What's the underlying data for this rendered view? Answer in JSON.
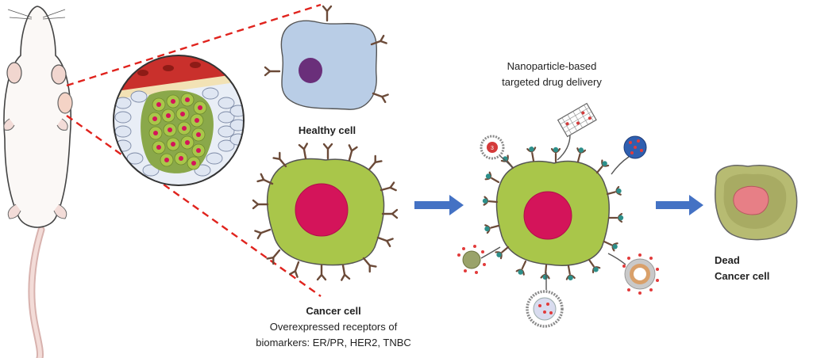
{
  "labels": {
    "healthy_cell": "Healthy cell",
    "cancer_cell": "Cancer cell",
    "receptors_line1": "Overexpressed receptors of",
    "receptors_line2": "biomarkers: ER/PR, HER2, TNBC",
    "nano_line1": "Nanoparticle-based",
    "nano_line2": "targeted drug delivery",
    "dead_line1": "Dead",
    "dead_line2": "Cancer cell"
  },
  "colors": {
    "healthy_cell": "#b9cde6",
    "healthy_nucleus": "#6a2f7a",
    "cancer_cell": "#a9c64a",
    "cancer_nucleus": "#d4145a",
    "dead_cell": "#b7bb72",
    "dead_nucleus": "#e77f86",
    "arrow": "#4472c4",
    "dashed_line": "#e0231d",
    "receptor": "#6b4a38"
  },
  "icons": [
    "mouse-figure",
    "tumor-tissue-inset",
    "process-arrow",
    "nanoparticle-liposome",
    "nanoparticle-nanotube",
    "nanoparticle-dendrimer",
    "nanoparticle-micelle"
  ]
}
